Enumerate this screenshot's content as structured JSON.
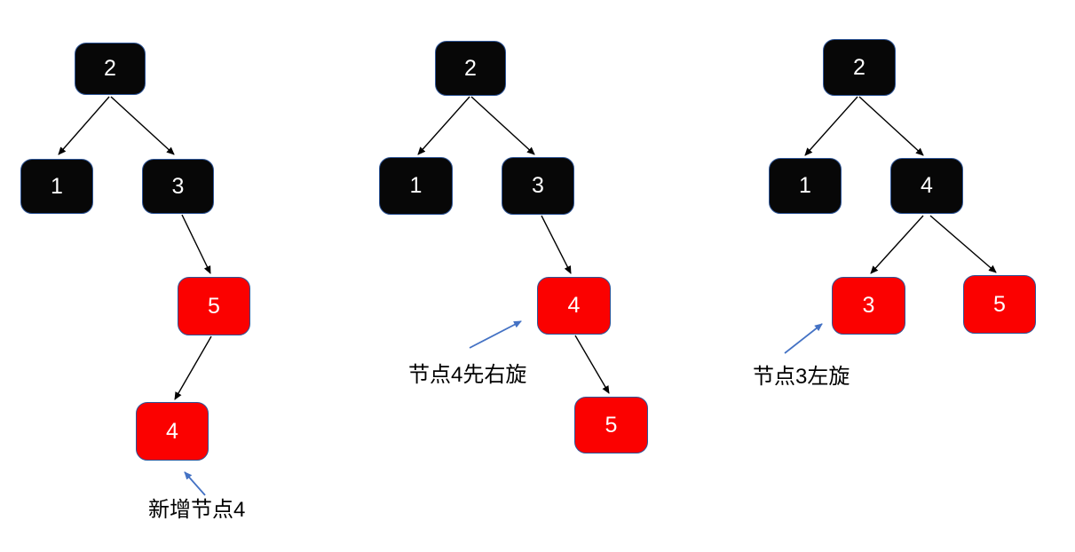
{
  "colors": {
    "background": "#ffffff",
    "node_fill_black": "#070707",
    "node_fill_red": "#fb0100",
    "node_border": "#2e5597",
    "node_text": "#ffffff",
    "edge_arrow": "#000000",
    "annotation_arrow": "#4472c4",
    "annotation_text": "#000000"
  },
  "trees": [
    {
      "id": "tree-1",
      "nodes": [
        {
          "value": "2",
          "color": "black"
        },
        {
          "value": "1",
          "color": "black"
        },
        {
          "value": "3",
          "color": "black"
        },
        {
          "value": "5",
          "color": "red"
        },
        {
          "value": "4",
          "color": "red"
        }
      ],
      "edges": [
        [
          "2",
          "1"
        ],
        [
          "2",
          "3"
        ],
        [
          "3",
          "5"
        ],
        [
          "5",
          "4"
        ]
      ],
      "annotation": {
        "text": "新增节点4",
        "points_to": "4"
      }
    },
    {
      "id": "tree-2",
      "nodes": [
        {
          "value": "2",
          "color": "black"
        },
        {
          "value": "1",
          "color": "black"
        },
        {
          "value": "3",
          "color": "black"
        },
        {
          "value": "4",
          "color": "red"
        },
        {
          "value": "5",
          "color": "red"
        }
      ],
      "edges": [
        [
          "2",
          "1"
        ],
        [
          "2",
          "3"
        ],
        [
          "3",
          "4"
        ],
        [
          "4",
          "5"
        ]
      ],
      "annotation": {
        "text": "节点4先右旋",
        "points_to": "4"
      }
    },
    {
      "id": "tree-3",
      "nodes": [
        {
          "value": "2",
          "color": "black"
        },
        {
          "value": "1",
          "color": "black"
        },
        {
          "value": "4",
          "color": "black"
        },
        {
          "value": "3",
          "color": "red"
        },
        {
          "value": "5",
          "color": "red"
        }
      ],
      "edges": [
        [
          "2",
          "1"
        ],
        [
          "2",
          "4"
        ],
        [
          "4",
          "3"
        ],
        [
          "4",
          "5"
        ]
      ],
      "annotation": {
        "text": "节点3左旋",
        "points_to": "3"
      }
    }
  ]
}
